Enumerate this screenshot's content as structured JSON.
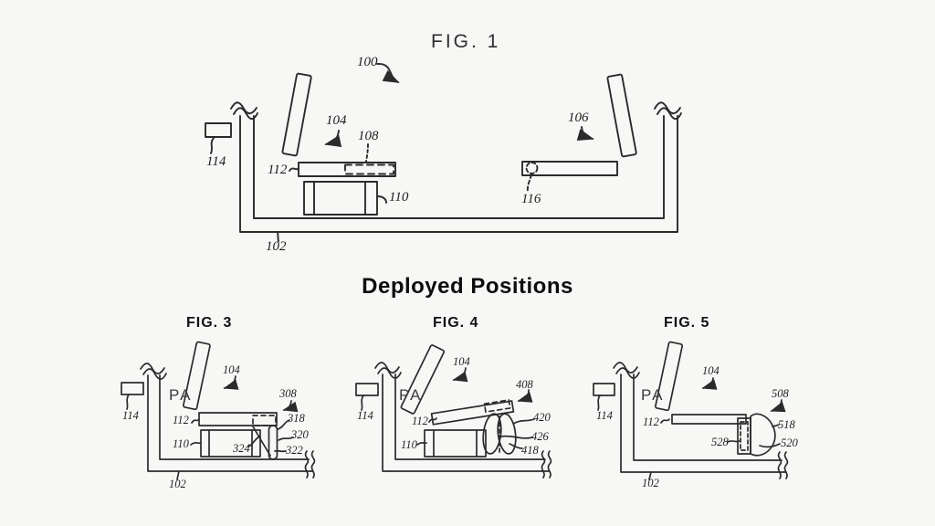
{
  "fig1": {
    "title": "FIG. 1",
    "refs": {
      "r100": "100",
      "r104": "104",
      "r106": "106",
      "r108": "108",
      "r110": "110",
      "r112": "112",
      "r114": "114",
      "r116": "116",
      "r102": "102"
    }
  },
  "deployed": {
    "title": "Deployed Positions"
  },
  "fig3": {
    "title": "FIG. 3",
    "pa": "PA",
    "refs": {
      "r114": "114",
      "r104": "104",
      "r308": "308",
      "r112": "112",
      "r110": "110",
      "r324": "324",
      "r318": "318",
      "r320": "320",
      "r322": "322",
      "r102": "102"
    }
  },
  "fig4": {
    "title": "FIG. 4",
    "pa": "PA",
    "refs": {
      "r114": "114",
      "r104": "104",
      "r408": "408",
      "r112": "112",
      "r110": "110",
      "r420": "420",
      "r426": "426",
      "r418": "418"
    }
  },
  "fig5": {
    "title": "FIG. 5",
    "pa": "PA",
    "refs": {
      "r114": "114",
      "r104": "104",
      "r508": "508",
      "r112": "112",
      "r528": "528",
      "r518": "518",
      "r520": "520",
      "r102": "102"
    }
  }
}
